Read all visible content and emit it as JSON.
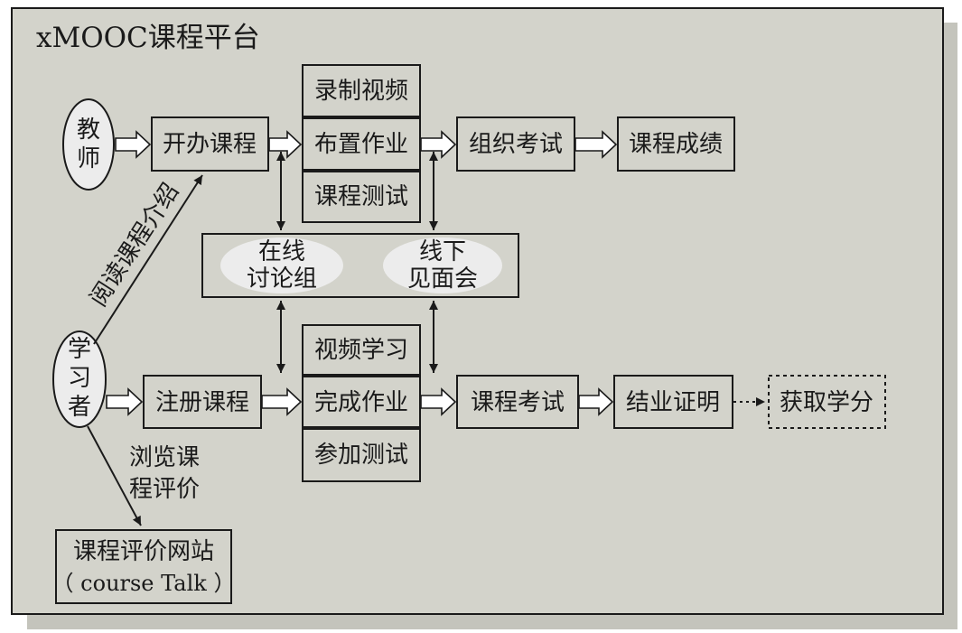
{
  "title": "xMOOC课程平台",
  "actors": {
    "teacher": [
      "教",
      "师"
    ],
    "learner": [
      "学",
      "习",
      "者"
    ]
  },
  "teacher_flow": {
    "open_course": "开办课程",
    "record_video": "录制视频",
    "assign_homework": "布置作业",
    "course_quiz": "课程测试",
    "organize_exam": "组织考试",
    "course_grade": "课程成绩"
  },
  "discussion": {
    "online": [
      "在线",
      "讨论组"
    ],
    "offline": [
      "线下",
      "见面会"
    ]
  },
  "learner_flow": {
    "register_course": "注册课程",
    "video_learning": "视频学习",
    "complete_homework": "完成作业",
    "take_quiz": "参加测试",
    "course_exam": "课程考试",
    "certificate": "结业证明",
    "earn_credit": "获取学分"
  },
  "review_site": [
    "课程评价网站",
    "（ course Talk ）"
  ],
  "edge_labels": {
    "read_intro": "阅读课程介绍",
    "browse_review": [
      "浏览课",
      "程评价"
    ]
  },
  "colors": {
    "panel_fill": "#d3d3cb",
    "shadow": "#c4c4bc",
    "ellipse_fill": "#ececec",
    "stroke": "#1a1a1a"
  }
}
